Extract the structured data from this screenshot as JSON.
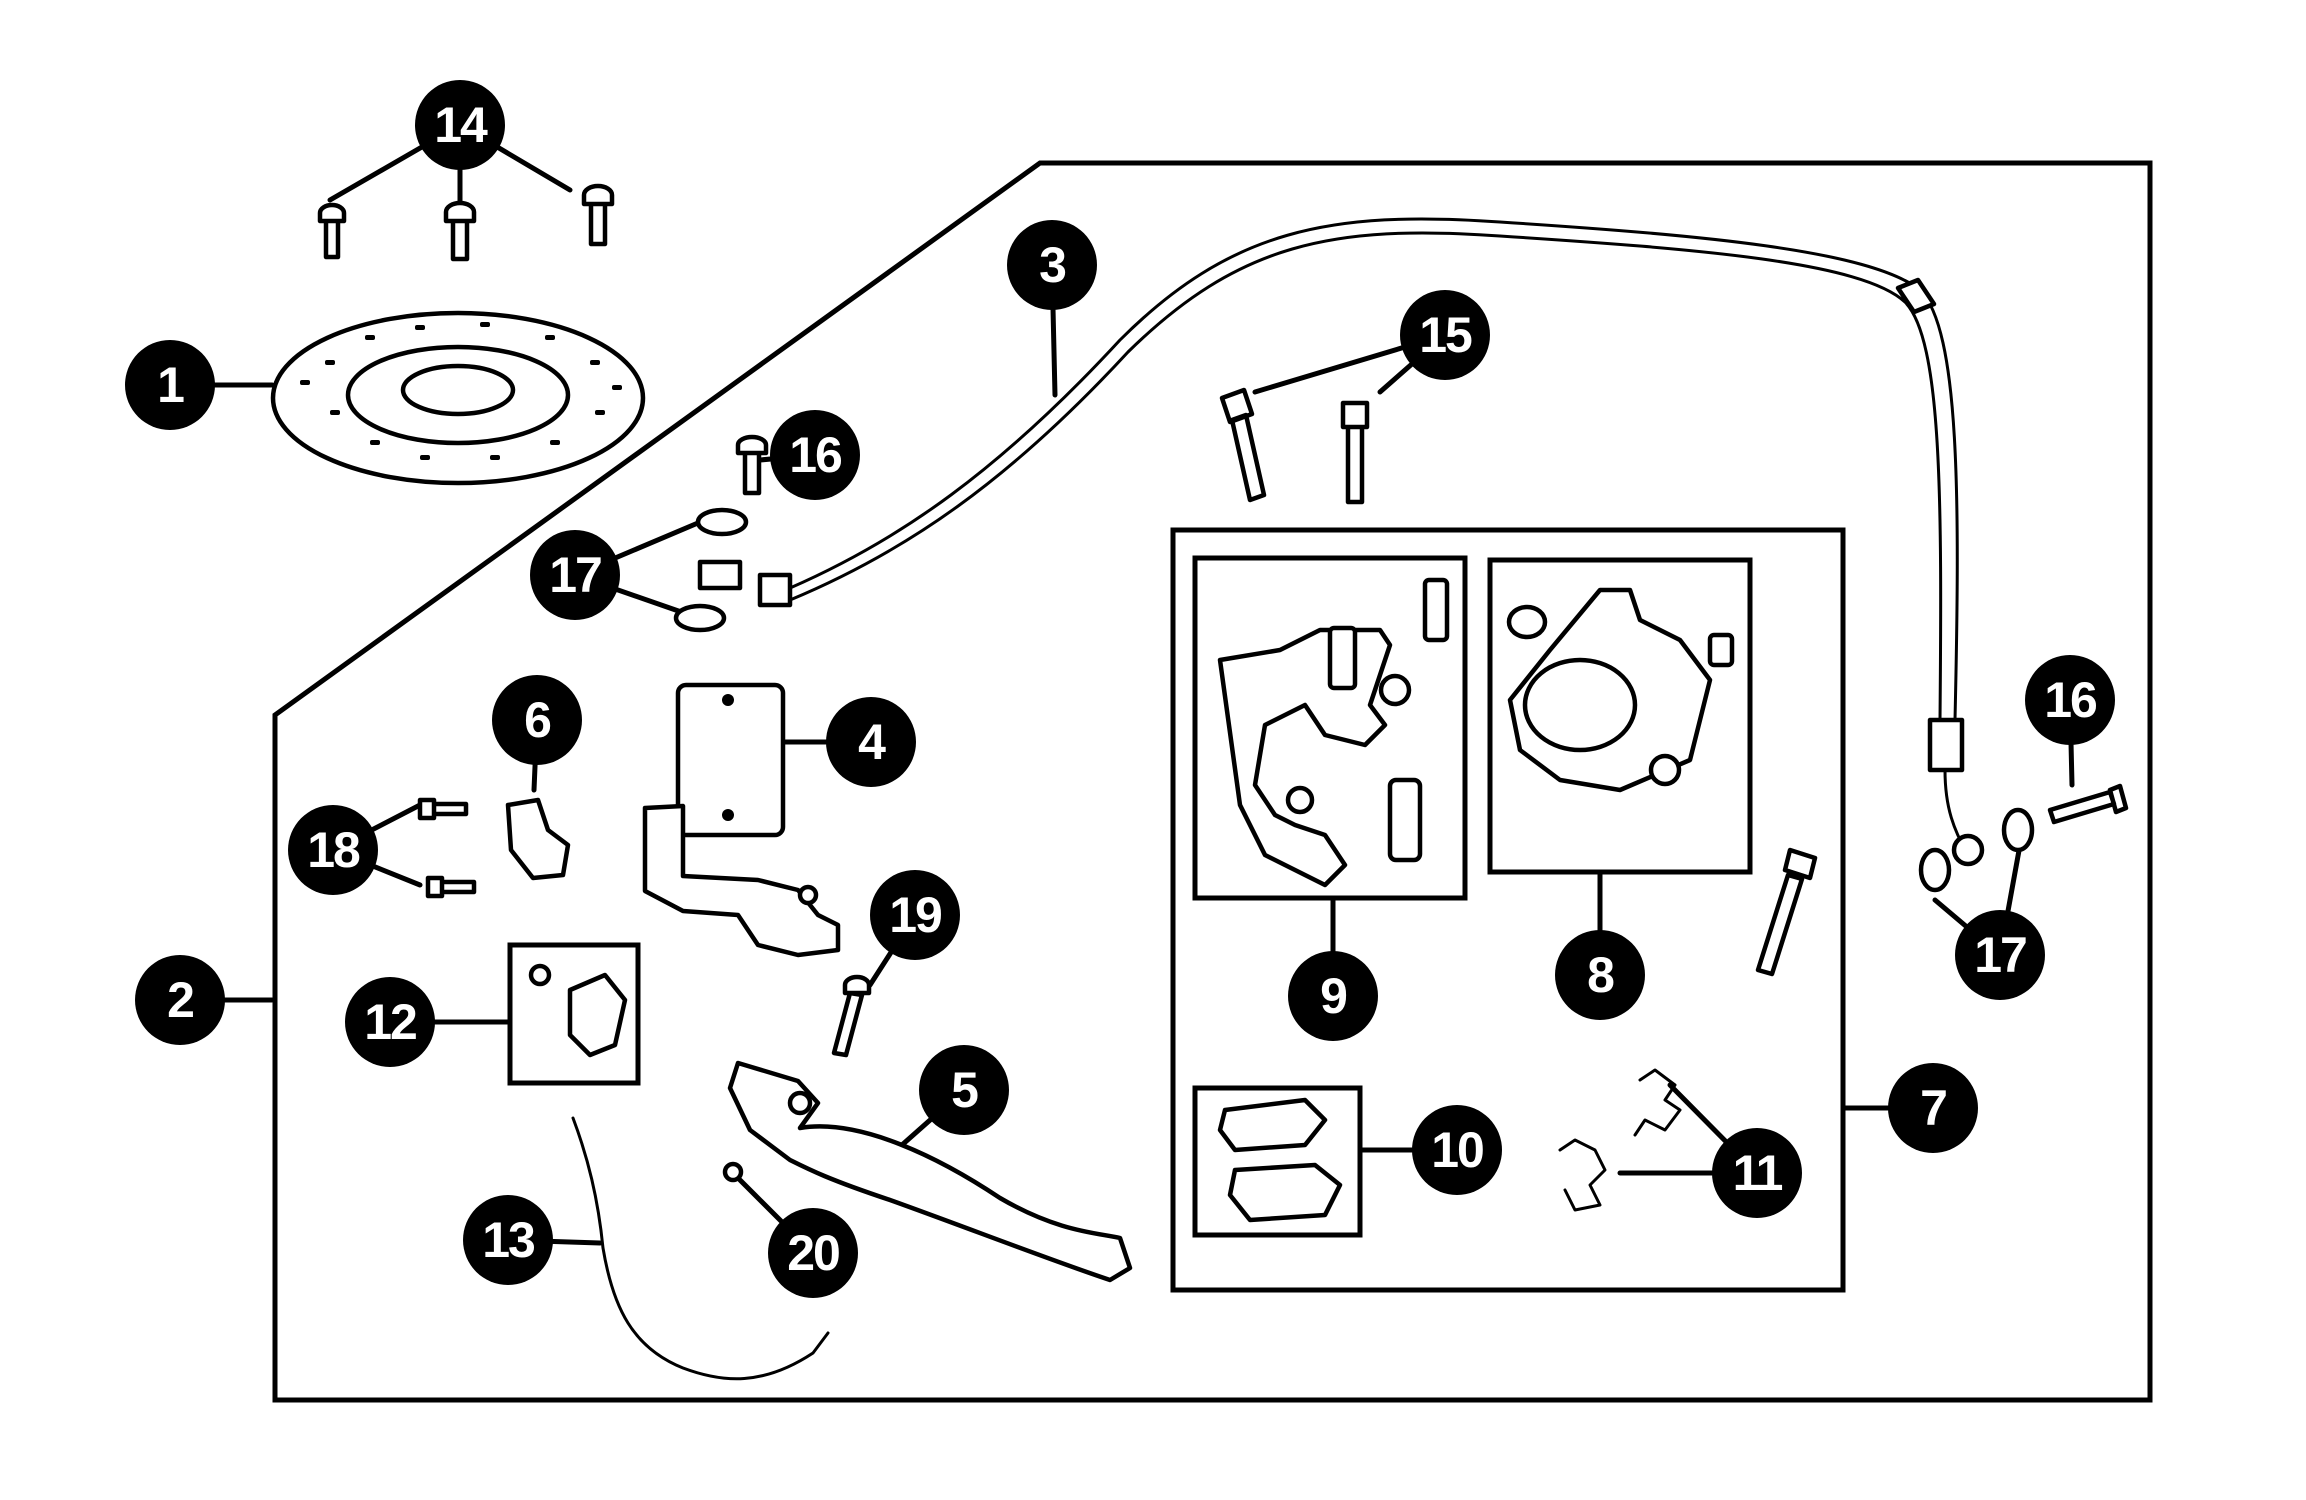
{
  "callouts": [
    {
      "id": "1",
      "label": "1"
    },
    {
      "id": "2",
      "label": "2"
    },
    {
      "id": "3",
      "label": "3"
    },
    {
      "id": "4",
      "label": "4"
    },
    {
      "id": "5",
      "label": "5"
    },
    {
      "id": "6",
      "label": "6"
    },
    {
      "id": "7",
      "label": "7"
    },
    {
      "id": "8",
      "label": "8"
    },
    {
      "id": "9",
      "label": "9"
    },
    {
      "id": "10",
      "label": "10"
    },
    {
      "id": "11",
      "label": "11"
    },
    {
      "id": "12",
      "label": "12"
    },
    {
      "id": "13",
      "label": "13"
    },
    {
      "id": "14",
      "label": "14"
    },
    {
      "id": "15",
      "label": "15"
    },
    {
      "id": "16a",
      "label": "16"
    },
    {
      "id": "16b",
      "label": "16"
    },
    {
      "id": "17a",
      "label": "17"
    },
    {
      "id": "17b",
      "label": "17"
    },
    {
      "id": "18",
      "label": "18"
    },
    {
      "id": "19",
      "label": "19"
    },
    {
      "id": "20",
      "label": "20"
    }
  ],
  "colors": {
    "ink": "#000000",
    "paper": "#ffffff",
    "callout_text": "#ffffff"
  }
}
